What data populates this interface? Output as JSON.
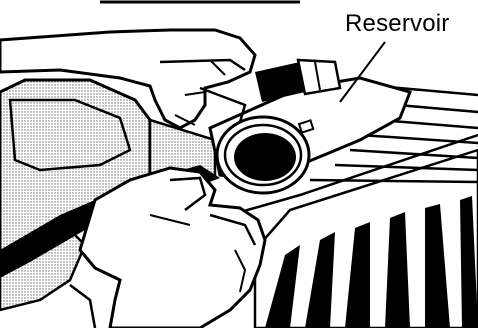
{
  "callout": {
    "label": "Reservoir"
  },
  "colors": {
    "ink": "#000000",
    "paper": "#ffffff",
    "stipple": "#b9b9b9"
  },
  "parts": [
    "hands",
    "reservoir",
    "oil-filler-ring",
    "cooling-fins",
    "engine-housing",
    "cap-nut"
  ]
}
